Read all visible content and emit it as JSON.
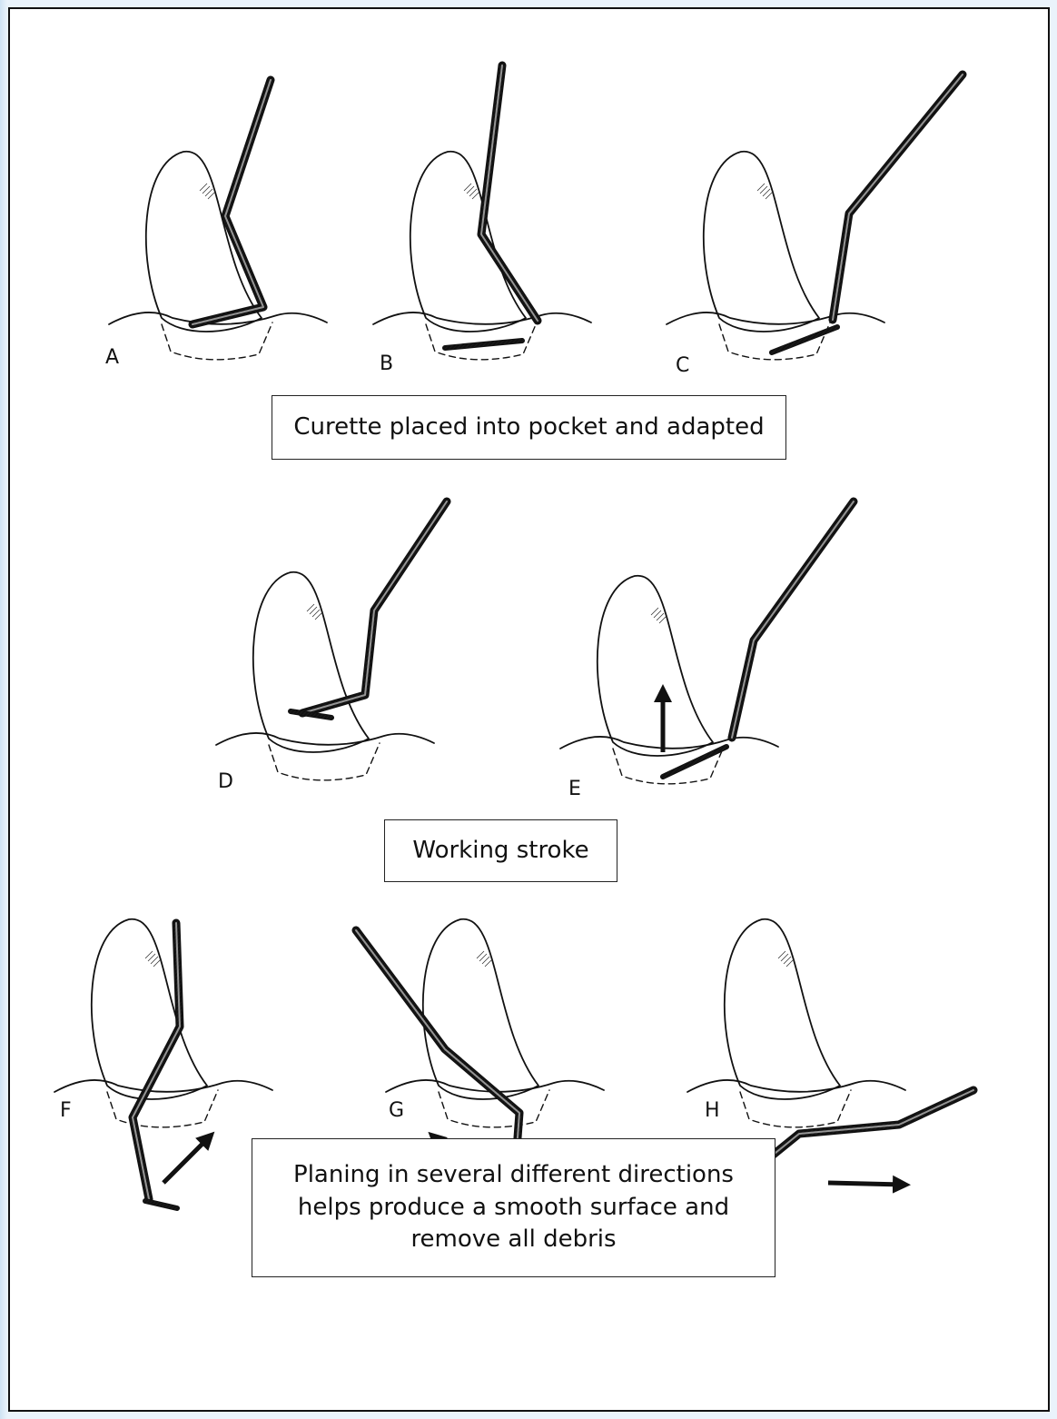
{
  "figure": {
    "panels": [
      {
        "id": "A",
        "label": "A"
      },
      {
        "id": "B",
        "label": "B"
      },
      {
        "id": "C",
        "label": "C"
      },
      {
        "id": "D",
        "label": "D"
      },
      {
        "id": "E",
        "label": "E"
      },
      {
        "id": "F",
        "label": "F"
      },
      {
        "id": "G",
        "label": "G"
      },
      {
        "id": "H",
        "label": "H"
      }
    ],
    "captions": {
      "placement": "Curette placed into pocket and adapted",
      "working": "Working stroke",
      "planing_lines": [
        "Planing in several different directions",
        "helps produce a smooth surface and",
        "remove all debris"
      ]
    }
  }
}
